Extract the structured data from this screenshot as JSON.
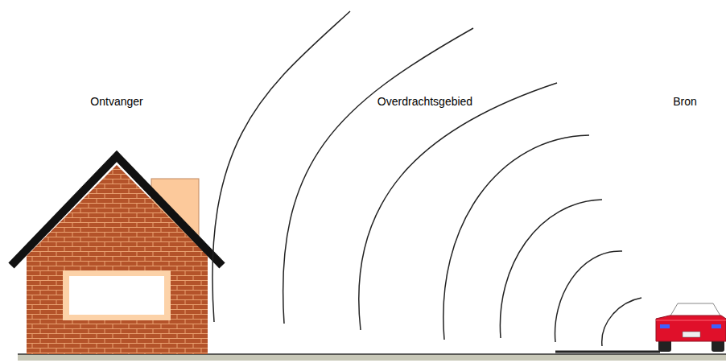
{
  "diagram": {
    "labels": [
      "Ontvanger",
      "Overdrachtsgebied",
      "Bron"
    ]
  }
}
